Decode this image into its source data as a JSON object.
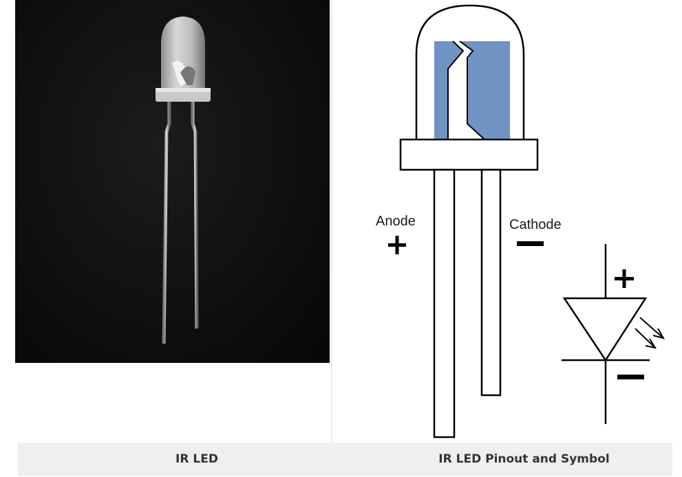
{
  "diagram": {
    "anode_label": "Anode",
    "cathode_label": "Cathode",
    "plus_sign": "+",
    "minus_sign": "−",
    "colors": {
      "die": "#6f93c2",
      "outline": "#000000"
    }
  },
  "captions": {
    "left": "IR LED",
    "right": "IR LED Pinout and Symbol"
  }
}
